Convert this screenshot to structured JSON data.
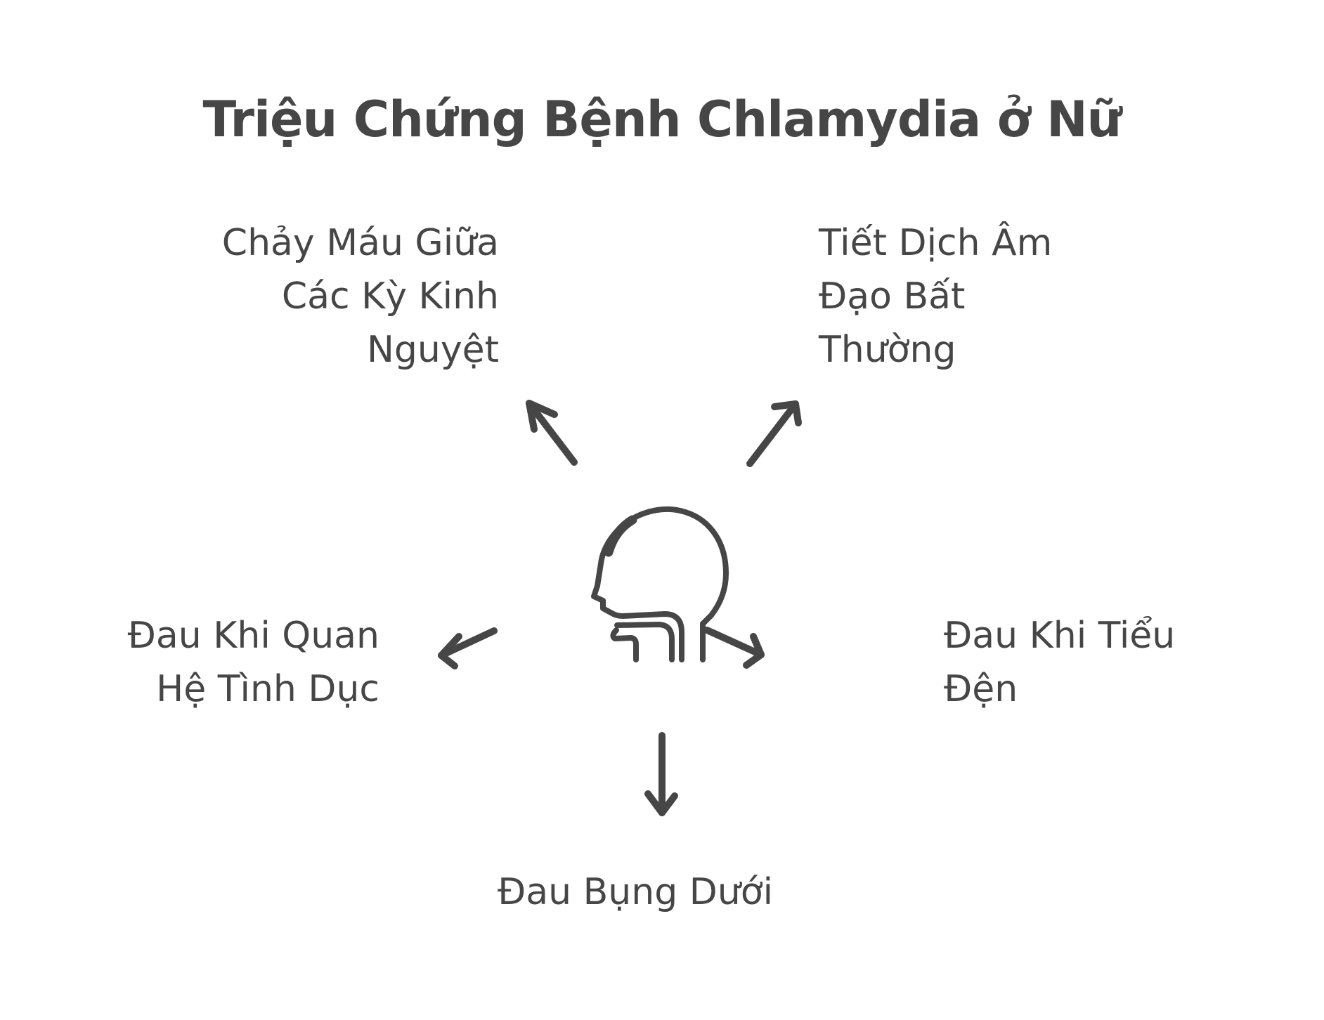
{
  "title": "Triệu Chứng Bệnh Chlamydia ở Nữ",
  "colors": {
    "background": "#ffffff",
    "ink": "#464646"
  },
  "center_icon": "head-throat-profile-icon",
  "symptoms": {
    "top_left": "Chảy Máu Giữa\nCác Kỳ Kinh\nNguyệt",
    "top_right": "Tiết Dịch Âm\nĐạo Bất\nThường",
    "left": "Đau Khi Quan\nHệ Tình Dục",
    "right": "Đau Khi Tiểu\nĐện",
    "bottom": "Đau Bụng Dưới"
  }
}
